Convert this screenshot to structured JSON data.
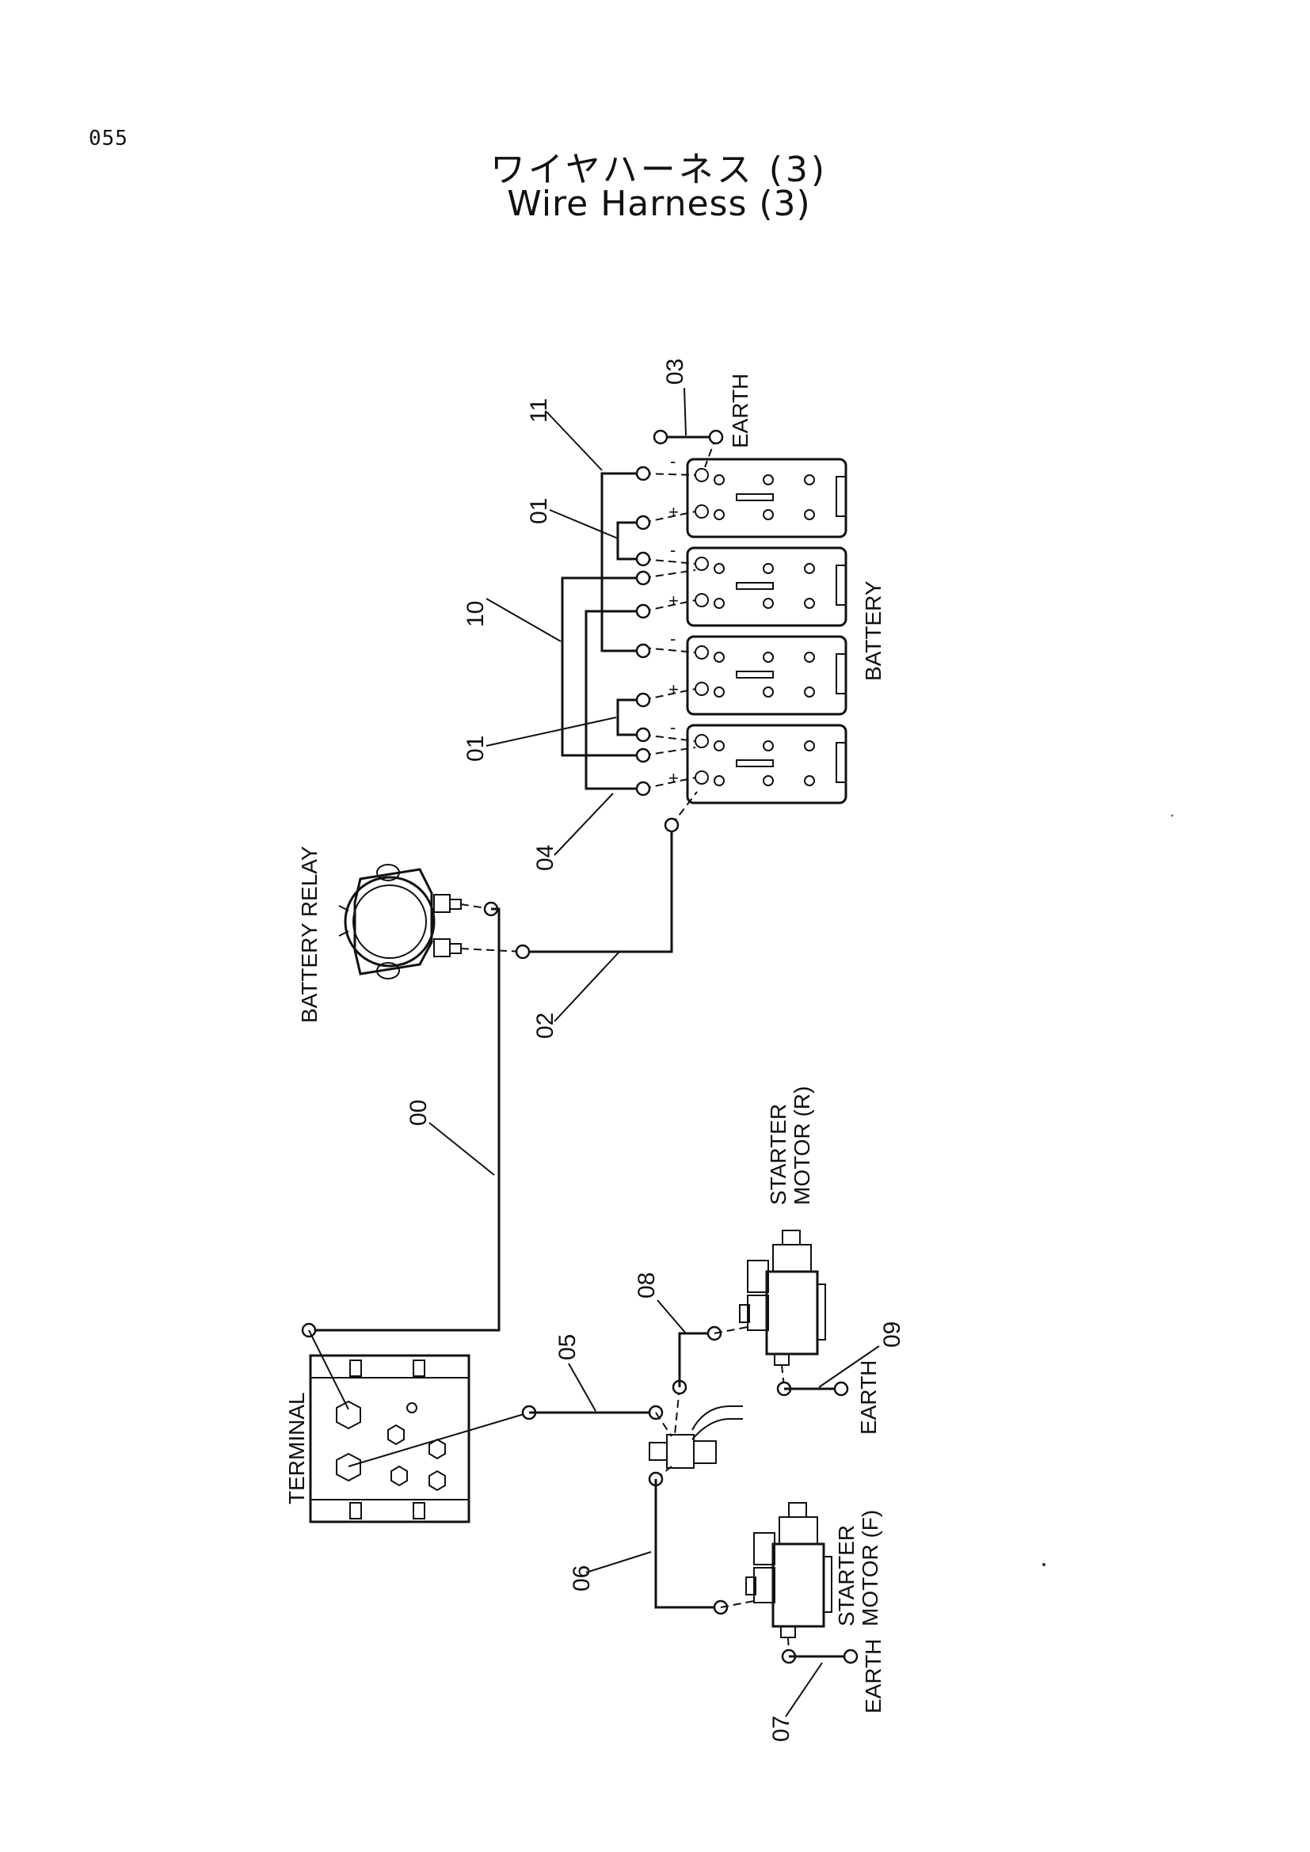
{
  "page_number": "055",
  "title_jp": "ワイヤハーネス (3)",
  "title_en": "Wire Harness (3)",
  "labels": {
    "battery": "BATTERY",
    "battery_relay": "BATTERY RELAY",
    "terminal": "TERMINAL",
    "earth": "EARTH",
    "starter_r_line1": "STARTER",
    "starter_r_line2": "MOTOR (R)",
    "starter_f_line1": "STARTER",
    "starter_f_line2": "MOTOR (F)"
  },
  "polarity": {
    "plus": "+",
    "minus": "-"
  },
  "callouts": {
    "c00": "00",
    "c01a": "01",
    "c01b": "01",
    "c02": "02",
    "c03": "03",
    "c04": "04",
    "c05": "05",
    "c06": "06",
    "c07": "07",
    "c08": "08",
    "c09": "09",
    "c10": "10",
    "c11": "11"
  }
}
